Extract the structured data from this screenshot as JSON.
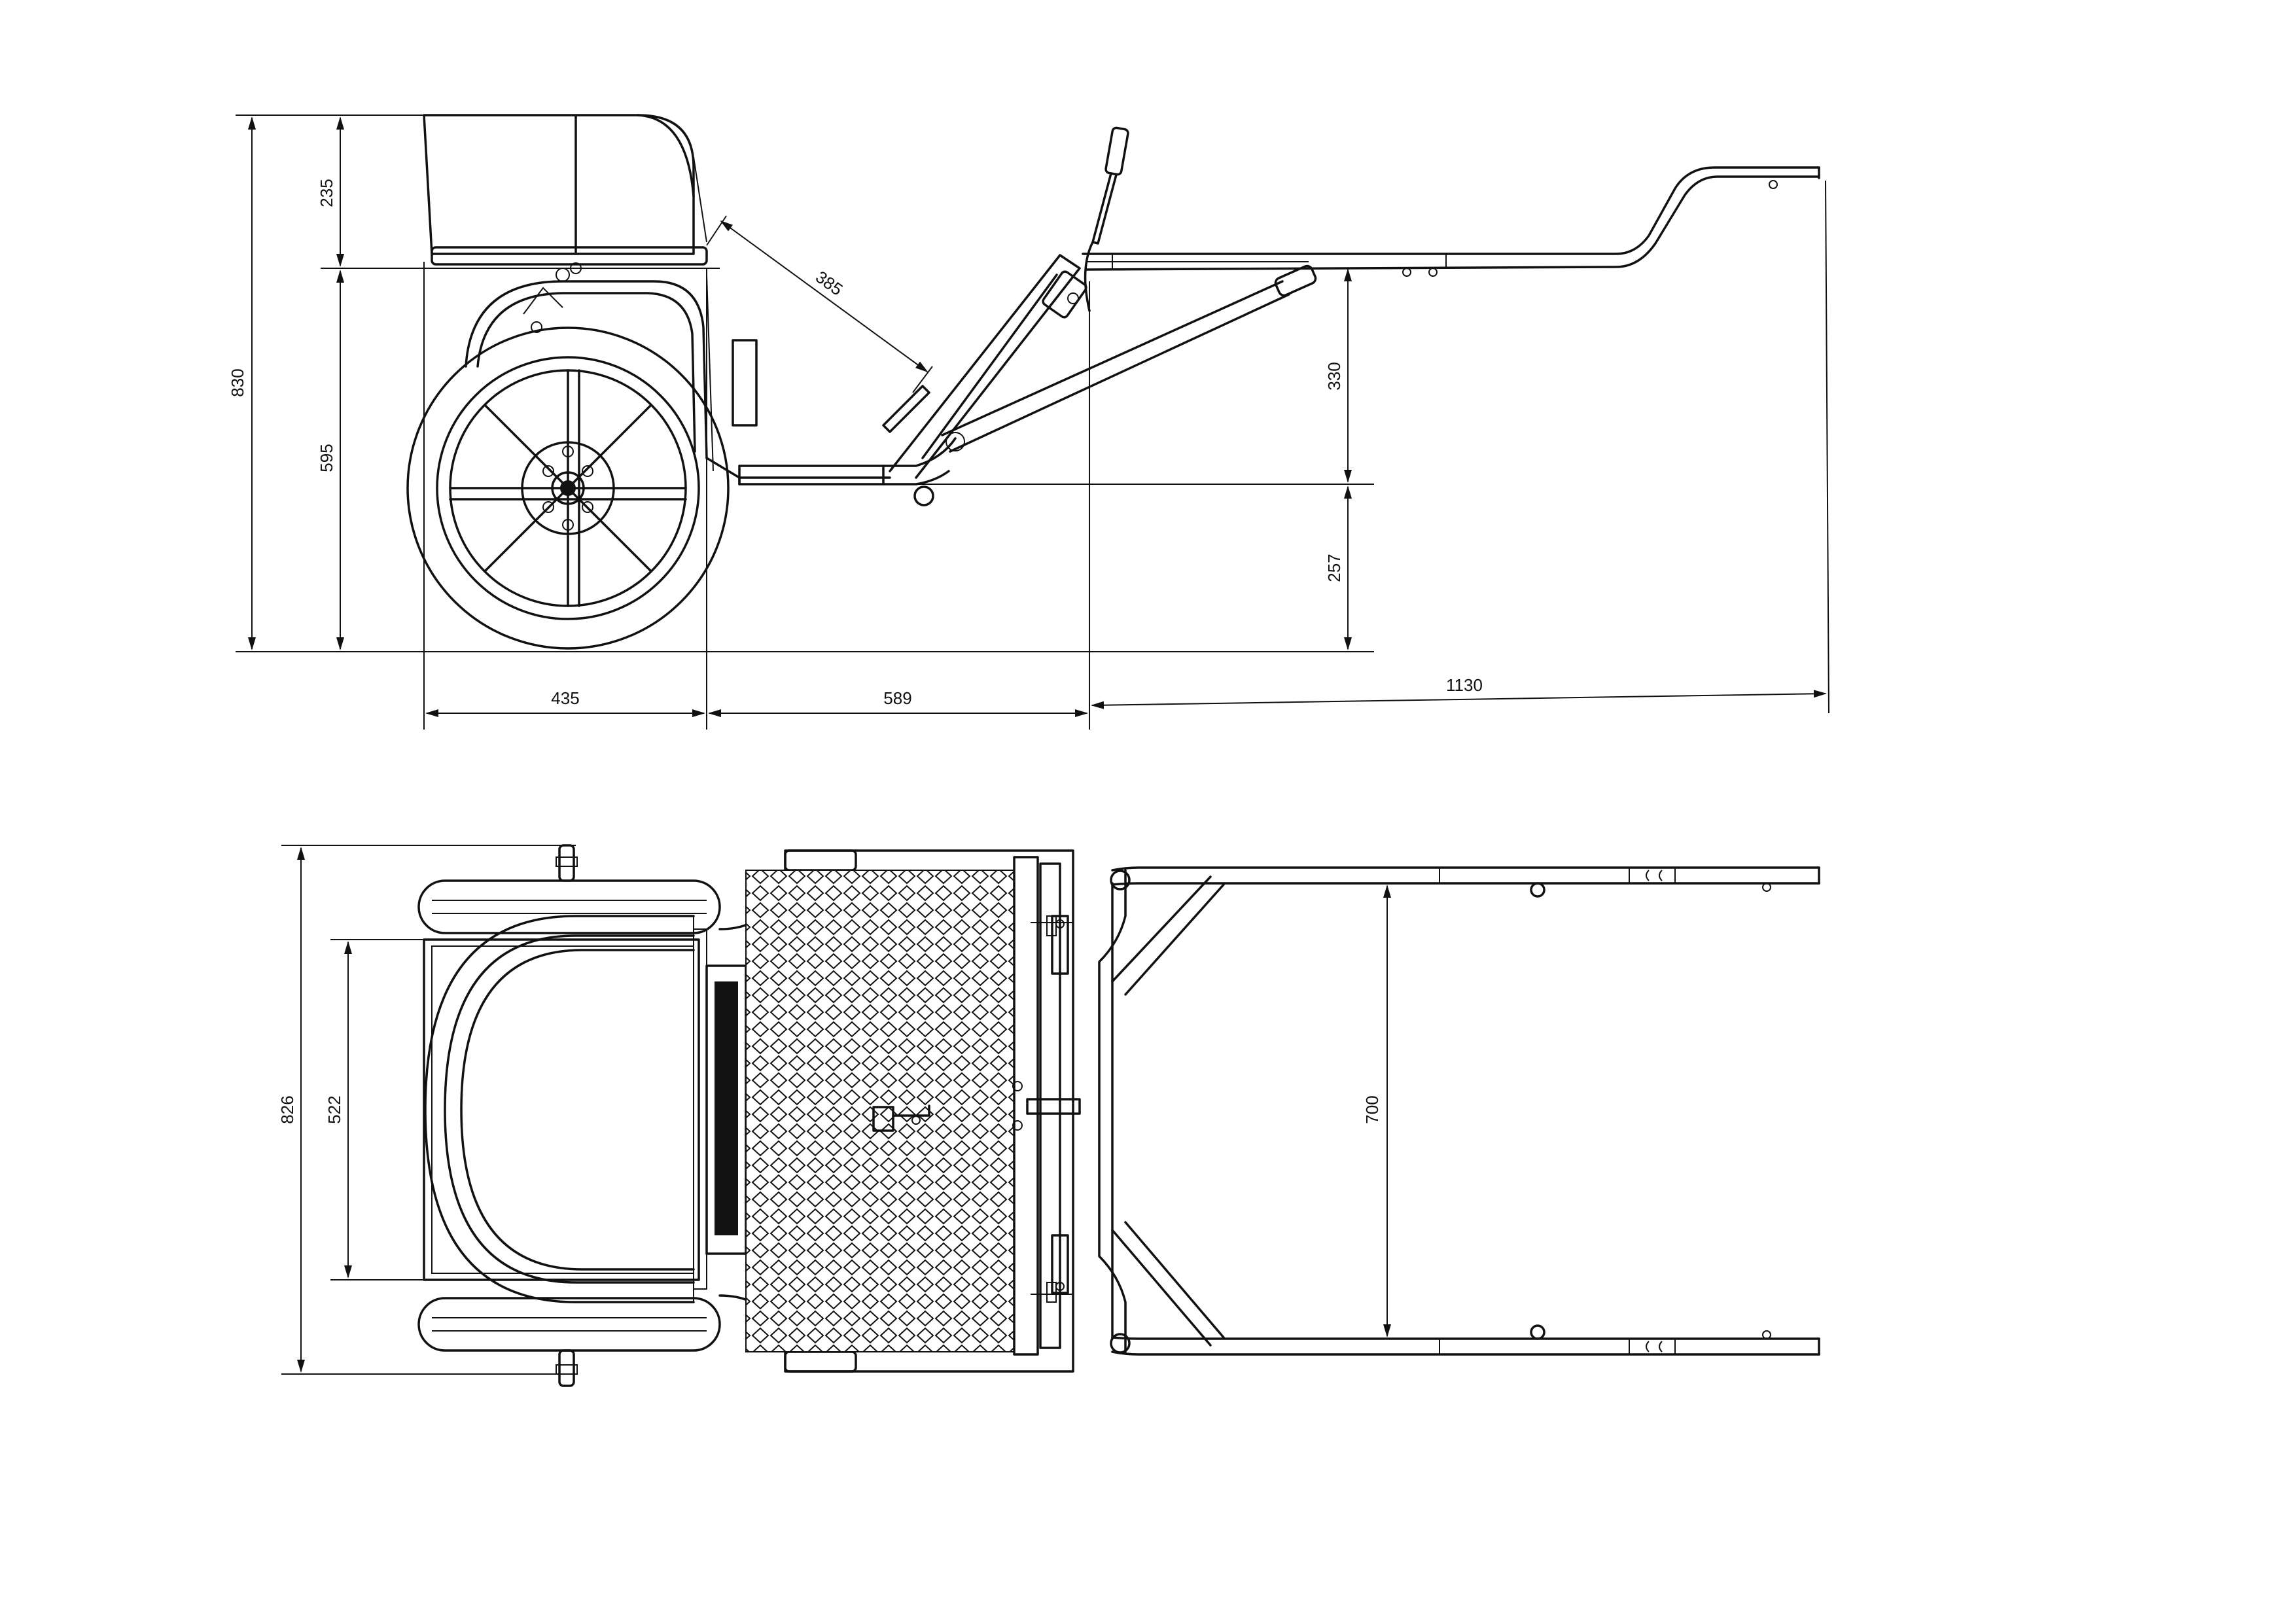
{
  "side_view": {
    "dimensions": {
      "overall_height": "830",
      "seat_height": "235",
      "wheel_to_seat": "595",
      "shaft_rise": "330",
      "shaft_base": "257",
      "seat_length": "435",
      "body_length": "589",
      "shaft_length": "1130",
      "backrest_reach": "385"
    }
  },
  "top_view": {
    "dimensions": {
      "overall_width": "826",
      "seat_width": "522",
      "shaft_spacing": "700"
    }
  }
}
